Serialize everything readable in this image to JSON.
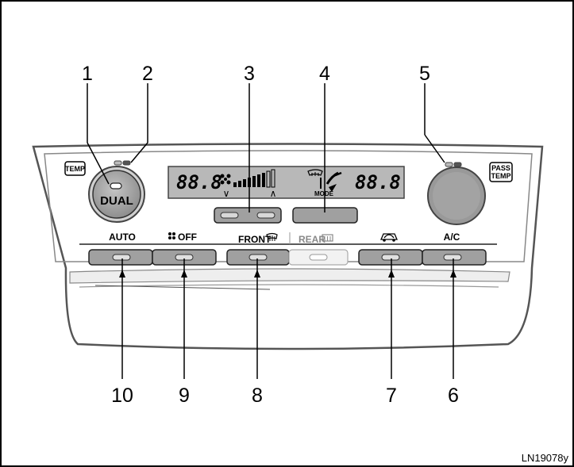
{
  "callouts": [
    "1",
    "2",
    "3",
    "4",
    "5",
    "6",
    "7",
    "8",
    "9",
    "10"
  ],
  "knobs": {
    "left_label": "DUAL",
    "left_side_label": "TEMP",
    "right_side_label_line1": "PASS",
    "right_side_label_line2": "TEMP"
  },
  "display": {
    "left_temp": "88.8",
    "right_temp": "88.8",
    "mode_label": "MODE",
    "down_arrow": "∨",
    "up_arrow": "∧"
  },
  "buttons": {
    "auto": "AUTO",
    "fan_off": "OFF",
    "front": "FRONT",
    "rear": "REAR",
    "ac": "A/C"
  },
  "figure_code": "LN19078y"
}
